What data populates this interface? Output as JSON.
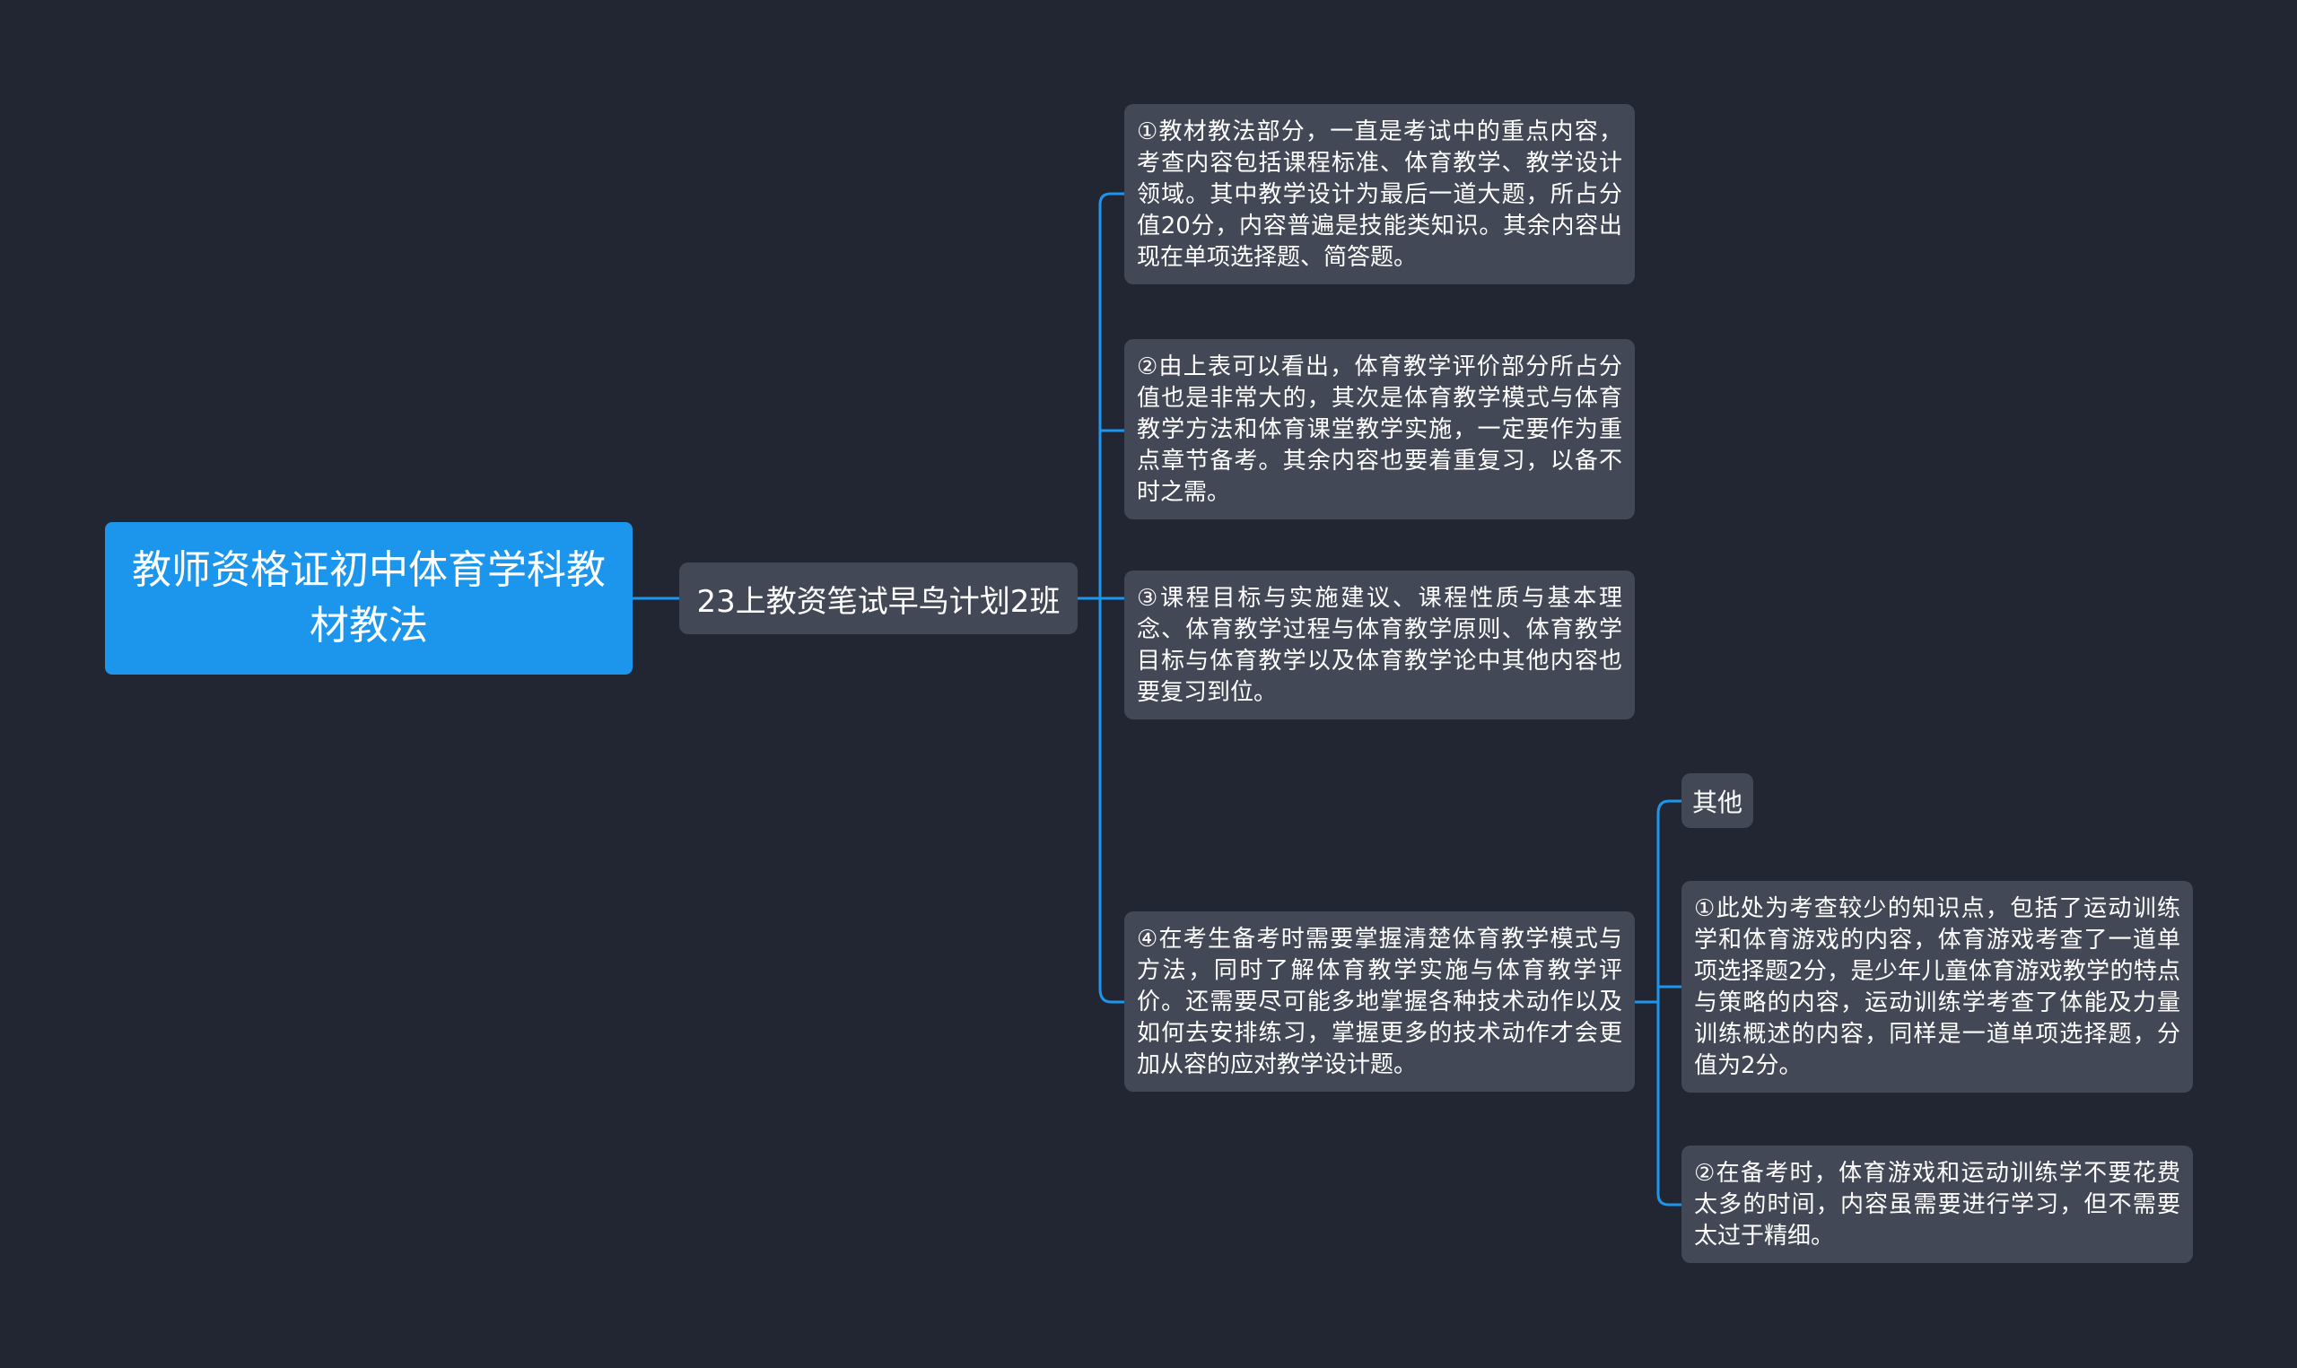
{
  "mindmap": {
    "root": "教师资格证初中体育学科教材教法",
    "branch": "23上教资笔试早鸟计划2班",
    "items": [
      "①教材教法部分，一直是考试中的重点内容，考查内容包括课程标准、体育教学、教学设计领域。其中教学设计为最后一道大题，所占分值20分，内容普遍是技能类知识。其余内容出现在单项选择题、简答题。",
      "②由上表可以看出，体育教学评价部分所占分值也是非常大的，其次是体育教学模式与体育教学方法和体育课堂教学实施，一定要作为重点章节备考。其余内容也要着重复习，以备不时之需。",
      "③课程目标与实施建议、课程性质与基本理念、体育教学过程与体育教学原则、体育教学目标与体育教学以及体育教学论中其他内容也要复习到位。",
      "④在考生备考时需要掌握清楚体育教学模式与方法，同时了解体育教学实施与体育教学评价。还需要尽可能多地掌握各种技术动作以及如何去安排练习，掌握更多的技术动作才会更加从容的应对教学设计题。"
    ],
    "subitems": [
      "其他",
      "①此处为考查较少的知识点，包括了运动训练学和体育游戏的内容，体育游戏考查了一道单项选择题2分，是少年儿童体育游戏教学的特点与策略的内容，运动训练学考查了体能及力量训练概述的内容，同样是一道单项选择题，分值为2分。",
      "②在备考时，体育游戏和运动训练学不要花费太多的时间，内容虽需要进行学习，但不需要太过于精细。"
    ],
    "colors": {
      "background": "#222633",
      "root_fill": "#1c96ec",
      "node_fill": "#434856",
      "connector": "#1c96ec",
      "text": "#ffffff"
    }
  }
}
